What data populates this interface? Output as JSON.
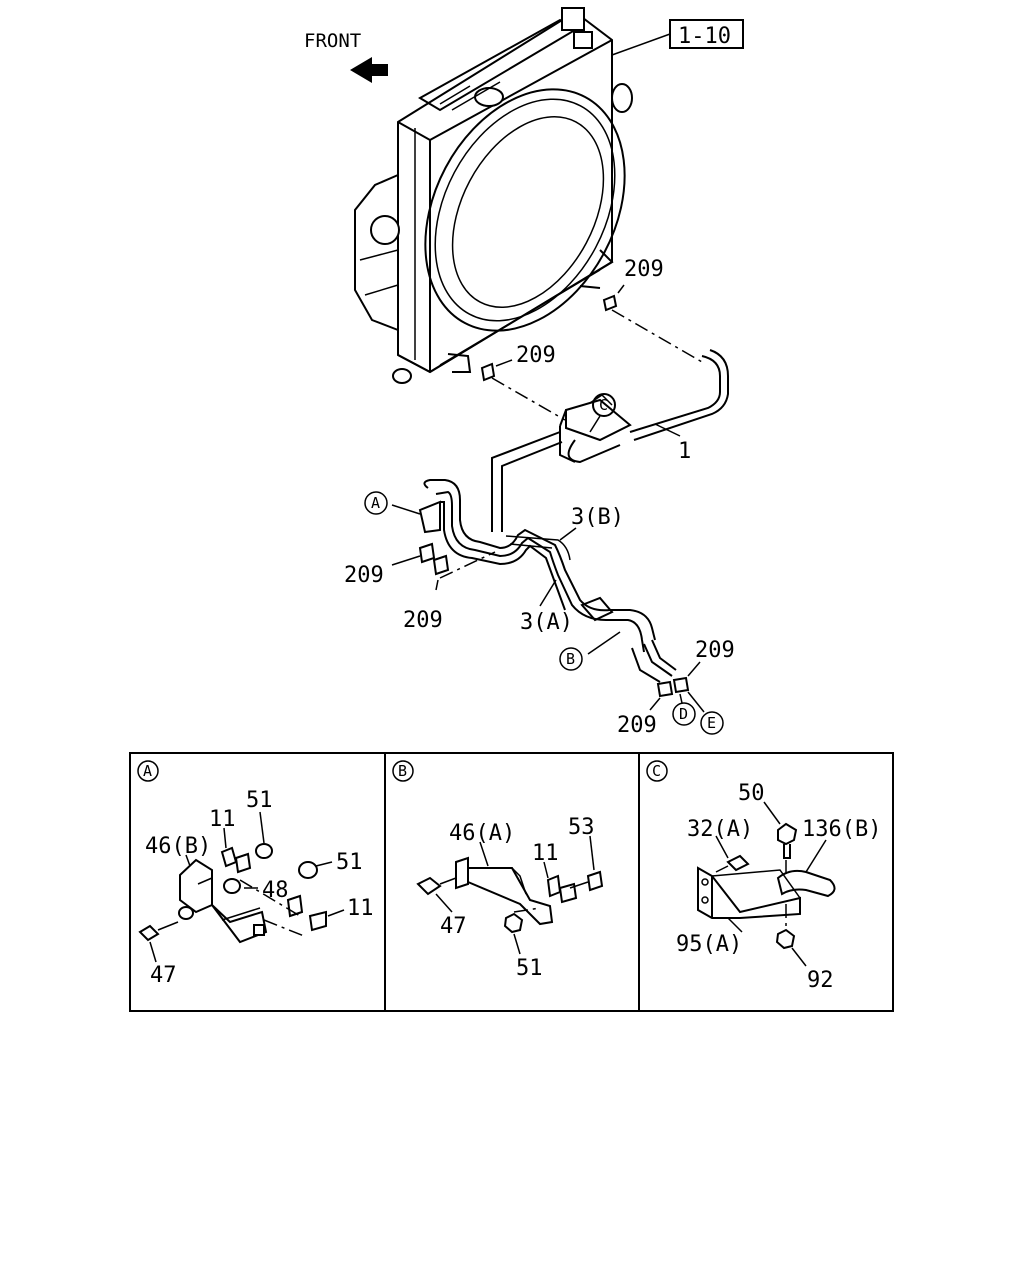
{
  "front_label": "FRONT",
  "ref_box": "1-10",
  "main": {
    "l209_a": "209",
    "l209_b": "209",
    "l209_c": "209",
    "l209_d": "209",
    "l209_e": "209",
    "l209_f": "209",
    "l1": "1",
    "l3b": "3(B)",
    "l3a": "3(A)",
    "c_c": "C",
    "c_a": "A",
    "c_b": "B",
    "c_d": "D",
    "c_e": "E"
  },
  "panel_a": {
    "tag": "A",
    "l51_top": "51",
    "l11_top": "11",
    "l46b": "46(B)",
    "l48": "48",
    "l51_right": "51",
    "l11_right": "11",
    "l47": "47"
  },
  "panel_b": {
    "tag": "B",
    "l46a": "46(A)",
    "l53": "53",
    "l11": "11",
    "l47": "47",
    "l51": "51"
  },
  "panel_c": {
    "tag": "C",
    "l50": "50",
    "l32a": "32(A)",
    "l136b": "136(B)",
    "l95a": "95(A)",
    "l92": "92"
  }
}
